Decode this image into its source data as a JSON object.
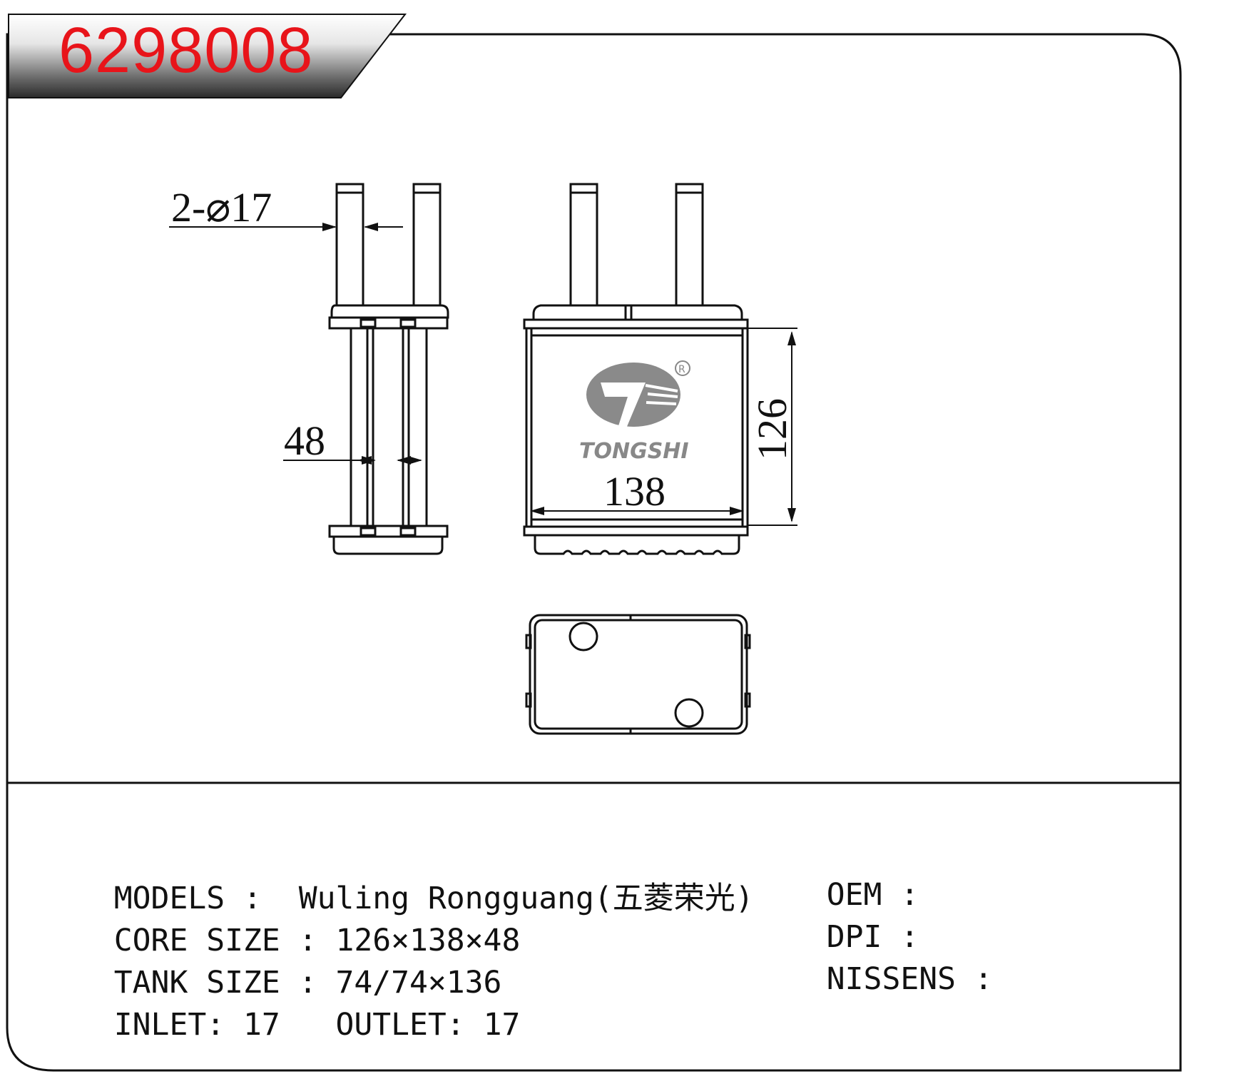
{
  "header": {
    "part_number": "6298008"
  },
  "drawing": {
    "label_pipe_diameter": "2-⌀17",
    "label_width": "48",
    "label_core_width": "138",
    "label_core_height": "126",
    "logo_brand": "TONGSHI",
    "logo_registered": "R"
  },
  "specs": {
    "models_label": "MODELS",
    "models_sep": " : ",
    "models_value": "Wuling Rongguang(五菱荣光)",
    "core_size_label": "CORE SIZE",
    "core_size_sep": " : ",
    "core_size_value": "126×138×48",
    "tank_size_label": "TANK SIZE",
    "tank_size_sep": " : ",
    "tank_size_value": "74/74×136",
    "inlet_label": "INLET",
    "inlet_sep": ": ",
    "inlet_value": "17",
    "outlet_label": "OUTLET",
    "outlet_sep": ": ",
    "outlet_value": "17",
    "oem_label": "OEM",
    "oem_sep": " :",
    "dpi_label": "DPI",
    "dpi_sep": " :",
    "nissens_label": "NISSENS",
    "nissens_sep": " :"
  },
  "colors": {
    "part_number": "#e8141a",
    "logo": "#888888",
    "line": "#111111"
  }
}
